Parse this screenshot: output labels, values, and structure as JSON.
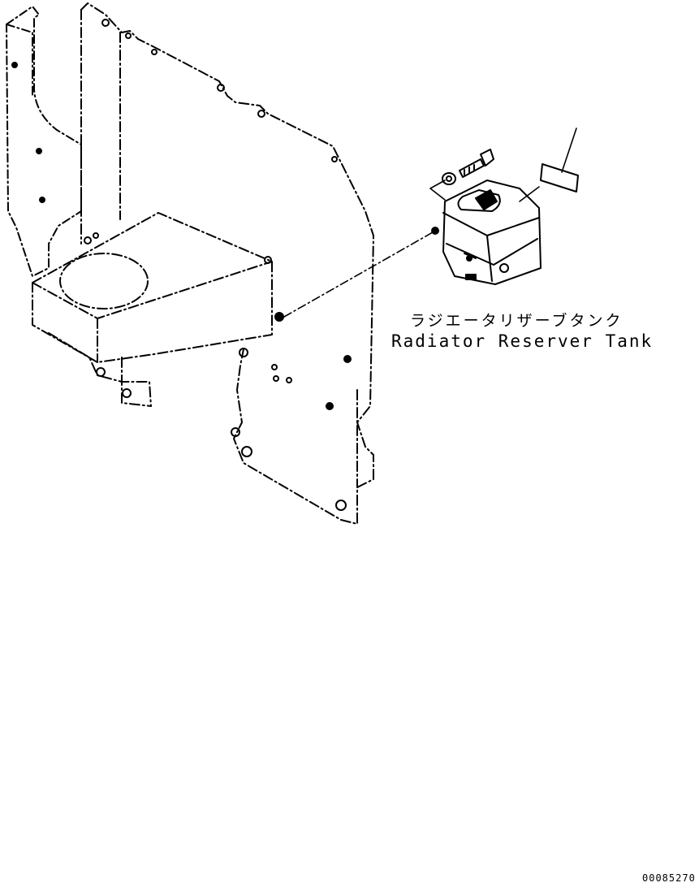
{
  "diagram": {
    "callouts": [
      {
        "id": "reserver-tank",
        "label_jp": "ラジエータリザーブタンク",
        "label_en": "Radiator Reserver Tank"
      }
    ],
    "drawing_code": "00085270"
  },
  "colors": {
    "line": "#000000",
    "background": "#ffffff"
  }
}
